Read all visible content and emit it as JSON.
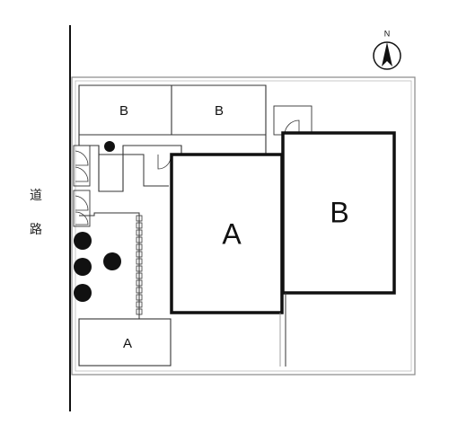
{
  "labels": {
    "building_a": "A",
    "building_b": "B",
    "room_top_left": "B",
    "room_top_right": "B",
    "room_bottom_left": "A"
  },
  "road": {
    "char1": "道",
    "char2": "路"
  },
  "compass": {
    "north": "N"
  },
  "colors": {
    "line": "#111111",
    "inner_frame": "#888888",
    "background": "#ffffff"
  }
}
